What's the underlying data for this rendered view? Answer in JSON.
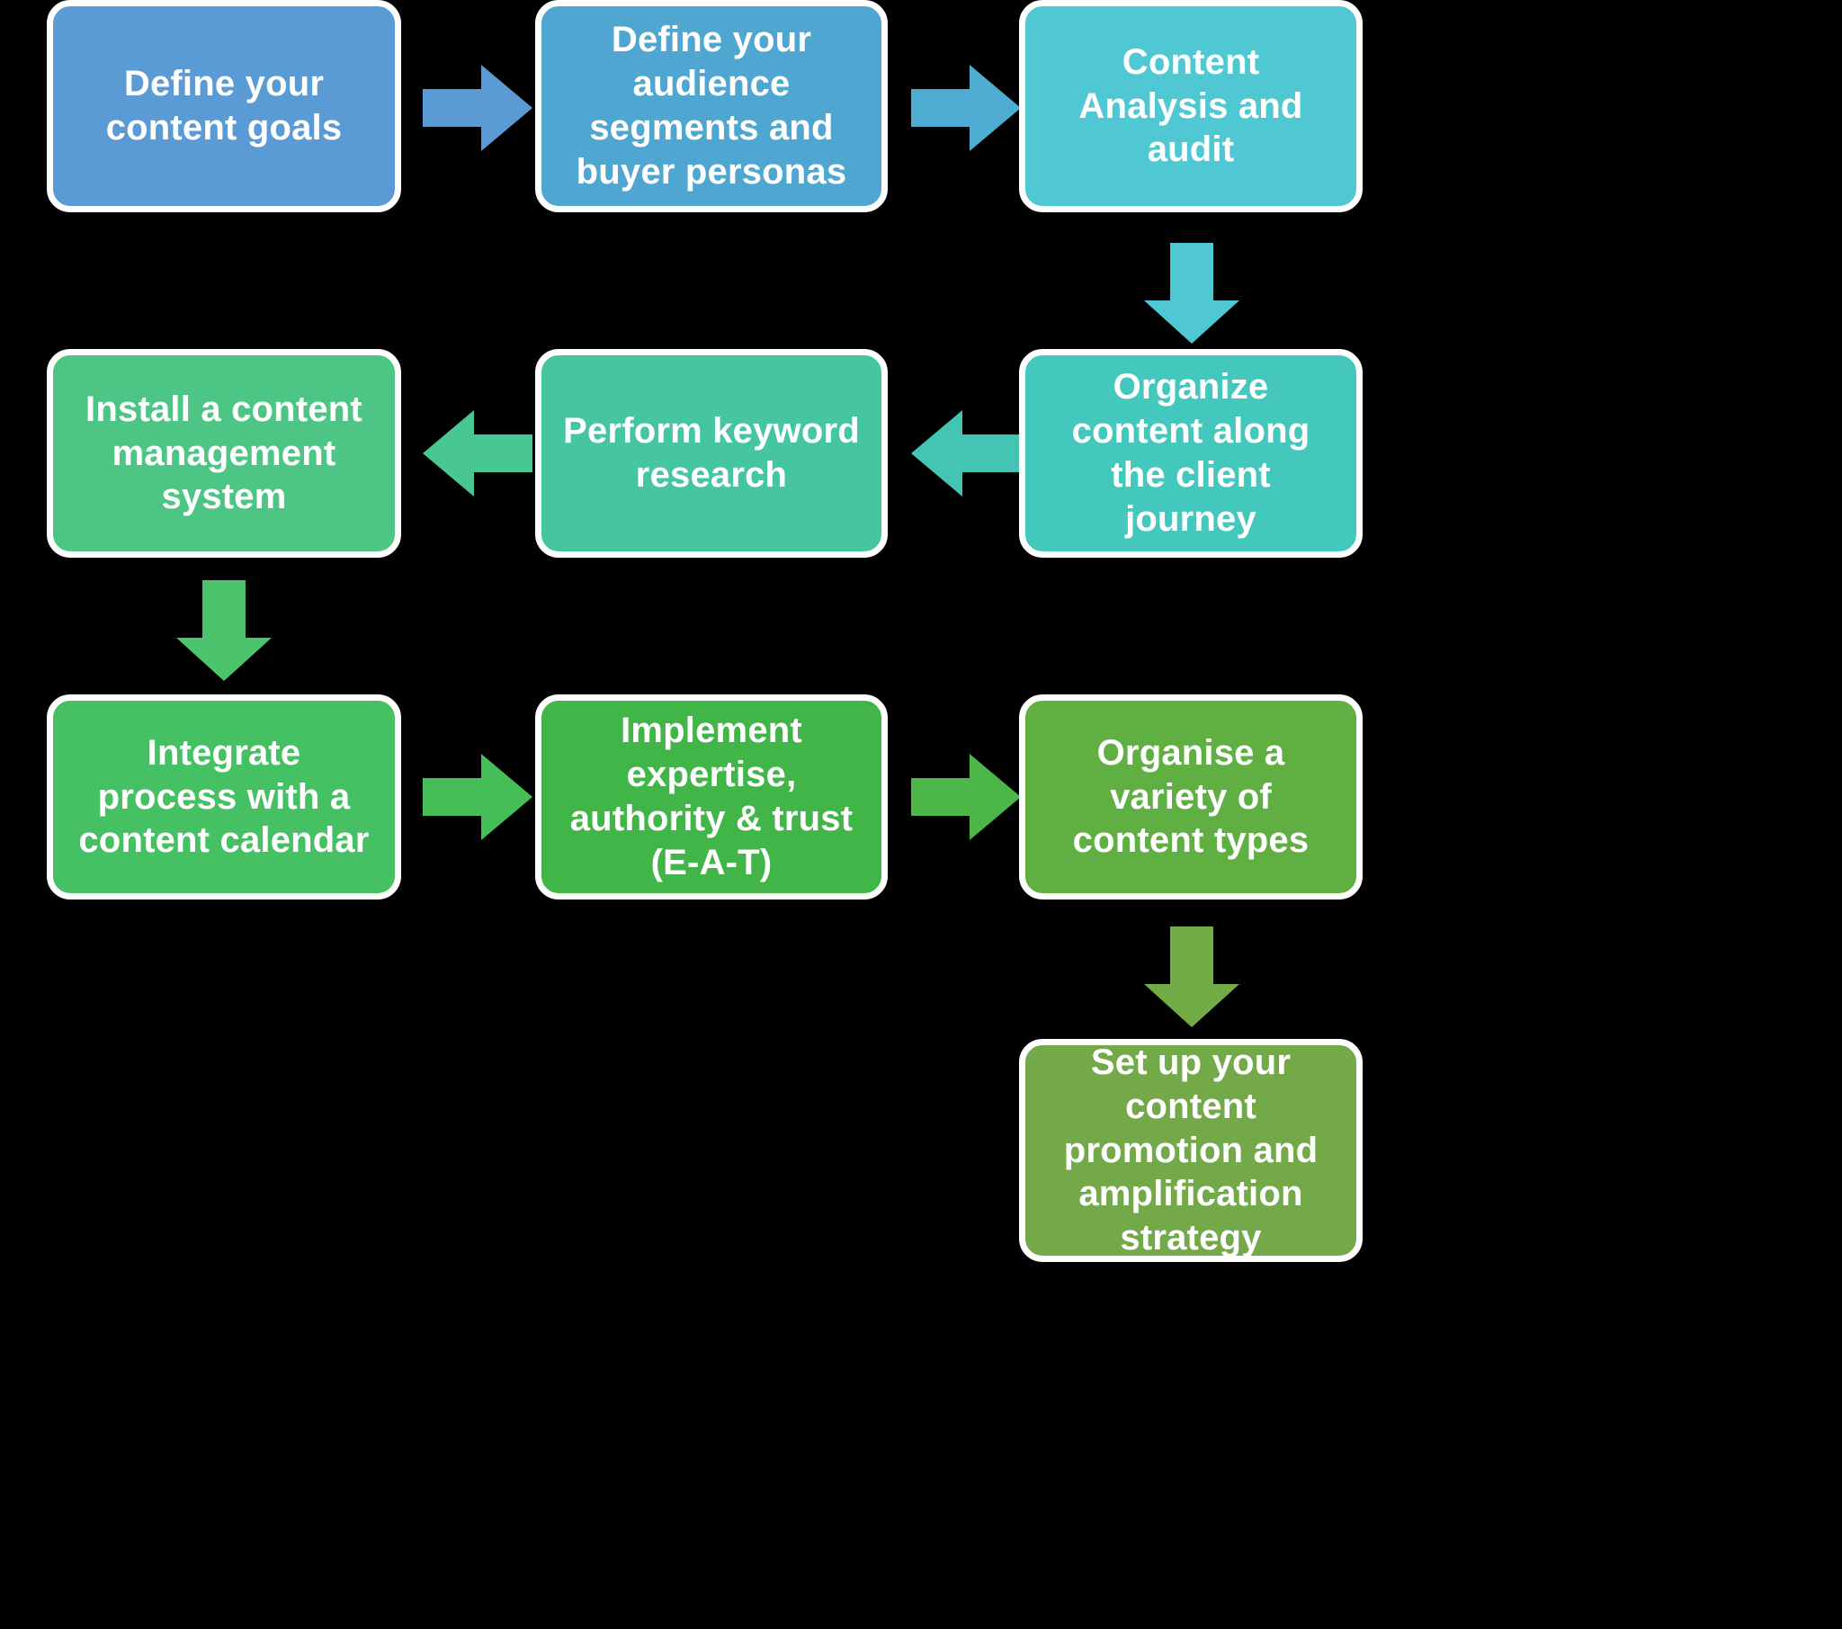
{
  "diagram": {
    "title": "Content Strategy Process Flowchart",
    "background_color": "#000000",
    "node_border_color": "#ffffff",
    "text_color": "#ffffff"
  },
  "nodes": [
    {
      "id": "define-content-goals",
      "label": "Define your content goals",
      "color": "#5B9BD5",
      "row": 1,
      "column": 1
    },
    {
      "id": "define-audience-segments",
      "label": "Define your audience segments and buyer personas",
      "color": "#4FA7D1",
      "row": 1,
      "column": 2
    },
    {
      "id": "content-analysis-audit",
      "label": "Content Analysis and audit",
      "color": "#4FC8D4",
      "row": 1,
      "column": 3
    },
    {
      "id": "organize-content-client-journey",
      "label": "Organize content along the client journey",
      "color": "#44C8BE",
      "row": 2,
      "column": 3
    },
    {
      "id": "perform-keyword-research",
      "label": "Perform keyword research",
      "color": "#45C6A0",
      "row": 2,
      "column": 2
    },
    {
      "id": "install-cms",
      "label": "Install a content management system",
      "color": "#4CC585",
      "row": 2,
      "column": 1
    },
    {
      "id": "integrate-content-calendar",
      "label": "Integrate process with a content calendar",
      "color": "#45C163",
      "row": 3,
      "column": 1
    },
    {
      "id": "implement-eat",
      "label": "Implement expertise, authority & trust (E-A-T)",
      "color": "#41B547",
      "row": 3,
      "column": 2
    },
    {
      "id": "organise-content-types",
      "label": "Organise a variety of content types",
      "color": "#5FAF43",
      "row": 3,
      "column": 3
    },
    {
      "id": "content-promotion-strategy",
      "label": "Set up your content promotion and amplification strategy",
      "color": "#73A948",
      "row": 4,
      "column": 3
    }
  ],
  "arrows": [
    {
      "id": "arrow-goals-to-audience",
      "direction": "right",
      "color": "#5B9BD5",
      "from": "define-content-goals",
      "to": "define-audience-segments"
    },
    {
      "id": "arrow-audience-to-analysis",
      "direction": "right",
      "color": "#4FADD4",
      "from": "define-audience-segments",
      "to": "content-analysis-audit"
    },
    {
      "id": "arrow-analysis-to-organize",
      "direction": "down",
      "color": "#4FC8D4",
      "from": "content-analysis-audit",
      "to": "organize-content-client-journey"
    },
    {
      "id": "arrow-organize-to-keyword",
      "direction": "left",
      "color": "#44C5B4",
      "from": "organize-content-client-journey",
      "to": "perform-keyword-research"
    },
    {
      "id": "arrow-keyword-to-cms",
      "direction": "left",
      "color": "#49C792",
      "from": "perform-keyword-research",
      "to": "install-cms"
    },
    {
      "id": "arrow-cms-to-calendar",
      "direction": "down",
      "color": "#4CC46E",
      "from": "install-cms",
      "to": "integrate-content-calendar"
    },
    {
      "id": "arrow-calendar-to-eat",
      "direction": "right",
      "color": "#45BE57",
      "from": "integrate-content-calendar",
      "to": "implement-eat"
    },
    {
      "id": "arrow-eat-to-types",
      "direction": "right",
      "color": "#4CB648",
      "from": "implement-eat",
      "to": "organise-content-types"
    },
    {
      "id": "arrow-types-to-promotion",
      "direction": "down",
      "color": "#72AC46",
      "from": "organise-content-types",
      "to": "content-promotion-strategy"
    }
  ]
}
